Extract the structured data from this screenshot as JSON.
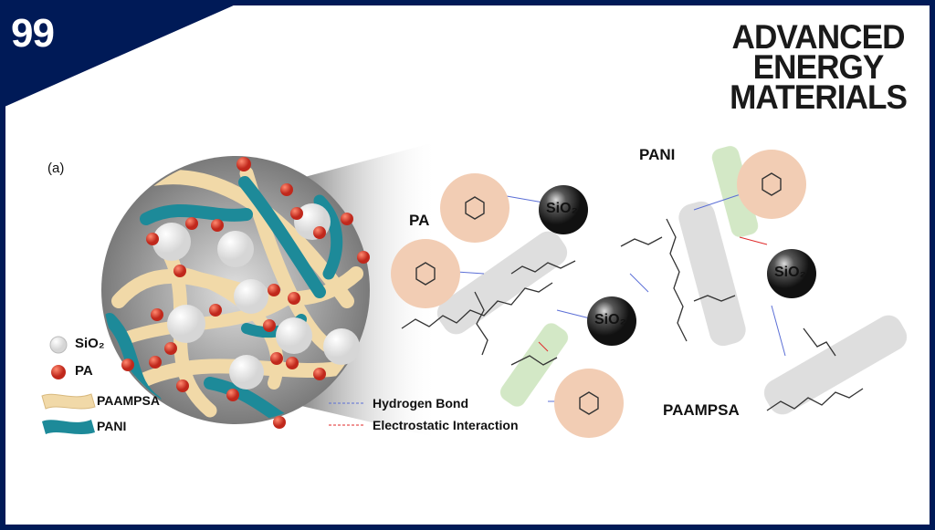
{
  "slide_number": "99",
  "journal_logo": {
    "lines": [
      "ADVANCED",
      "ENERGY",
      "MATERIALS"
    ]
  },
  "figure": {
    "panel_label": "(a)",
    "legend": {
      "sio2": "SiO₂",
      "pa": "PA",
      "paampsa": "PAAMPSA",
      "pani": "PANI"
    },
    "bond_legend": {
      "hydrogen_bond": "Hydrogen Bond",
      "electrostatic": "Electrostatic Interaction"
    },
    "labels": {
      "pa": "PA",
      "pani": "PANI",
      "paampsa": "PAAMPSA",
      "sio2": "SiO₂"
    }
  },
  "colors": {
    "frame": "#001a57",
    "paampsa": "#f1d9a8",
    "pani": "#1d8a99",
    "pa": "#d63a2a",
    "pa_circle": "#f2cdb4",
    "pani_highlight": "#cfe6c0",
    "backbone_highlight": "#d6d6d6",
    "hydrogen_bond": "#5b6fd6",
    "electrostatic": "#e02a2a"
  }
}
